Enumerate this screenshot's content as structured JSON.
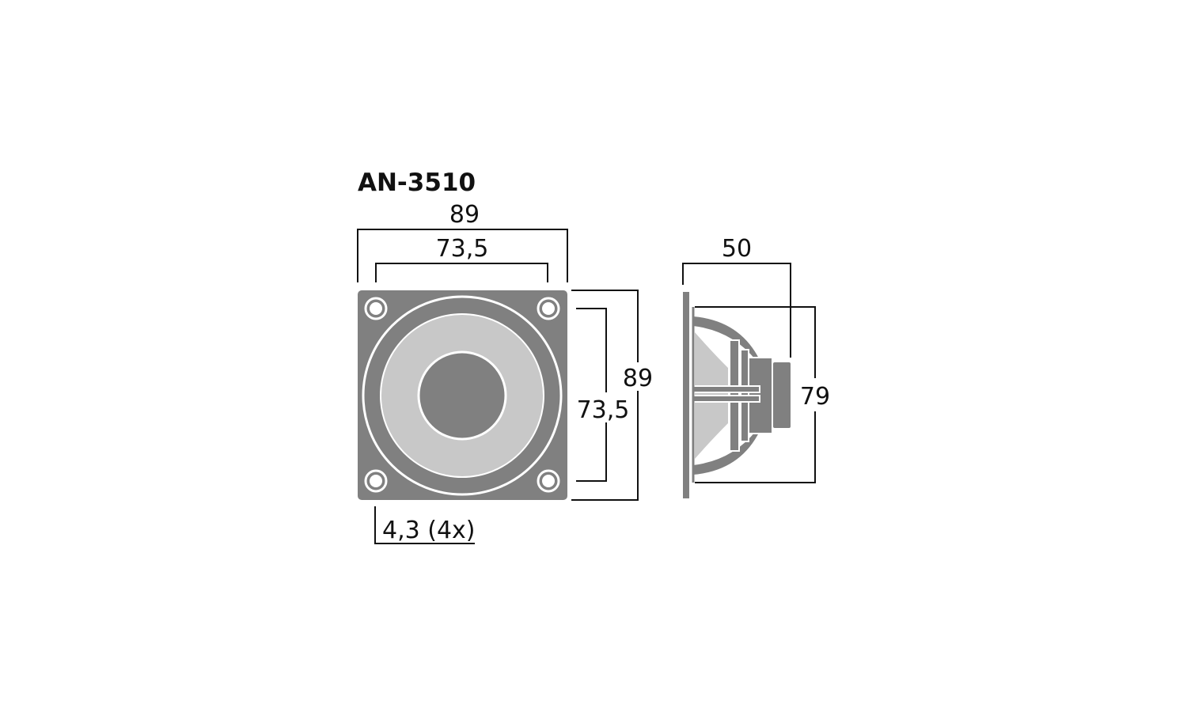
{
  "title": "AN-3510",
  "front_view": {
    "overall_width": "89",
    "hole_spacing_width": "73,5",
    "overall_height": "89",
    "hole_spacing_height": "73,5",
    "mounting_holes": "4,3 (4x)"
  },
  "side_view": {
    "depth": "50",
    "basket_diameter": "79"
  },
  "colors": {
    "body": "#808080",
    "cone": "#c8c8c8",
    "line": "#111111"
  }
}
